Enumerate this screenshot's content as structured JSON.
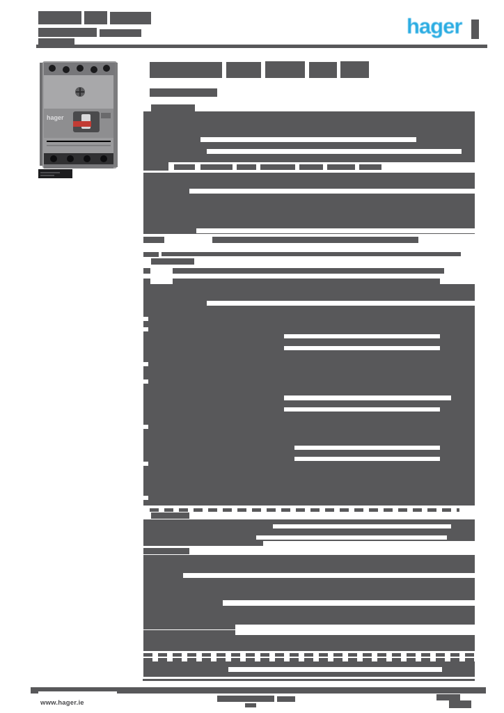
{
  "document": {
    "brand": {
      "logo_text": "hager"
    },
    "footer": {
      "website": "www.hager.ie"
    },
    "photo": {
      "brand_text": "hager",
      "description": "moulded case circuit breaker product photo"
    }
  },
  "colors": {
    "bar": "#58585a",
    "blue": "#2aace2",
    "caption": "#1d1d1f",
    "photo_body": "#9a9a9c",
    "photo_cap": "#77777a",
    "photo_band": "#8e8e90",
    "photo_dark": "#4a4a4c",
    "photo_red": "#c23b34",
    "terminal": "#1a1a1c"
  },
  "redaction": {
    "bars": [
      [
        55,
        16,
        62,
        19
      ],
      [
        121,
        16,
        33,
        19
      ],
      [
        158,
        17,
        59,
        18
      ],
      [
        55,
        40,
        84,
        13
      ],
      [
        143,
        42,
        60,
        11
      ],
      [
        55,
        55,
        52,
        9
      ],
      [
        52,
        64,
        648,
        5,
        "header-rule"
      ],
      [
        677,
        28,
        11,
        28,
        "logo-side-mark"
      ],
      [
        215,
        89,
        104,
        23
      ],
      [
        325,
        89,
        50,
        23
      ],
      [
        381,
        88,
        57,
        24
      ],
      [
        444,
        89,
        40,
        23
      ],
      [
        489,
        88,
        41,
        24
      ],
      [
        215,
        127,
        97,
        12,
        "section-heading-bar"
      ],
      [
        217,
        150,
        63,
        11
      ],
      [
        206,
        160,
        476,
        73,
        "paragraph-block"
      ],
      [
        206,
        233,
        36,
        12
      ],
      [
        250,
        236,
        30,
        8
      ],
      [
        288,
        236,
        46,
        8
      ],
      [
        340,
        236,
        28,
        8
      ],
      [
        374,
        236,
        50,
        8
      ],
      [
        430,
        236,
        34,
        8
      ],
      [
        470,
        236,
        40,
        8
      ],
      [
        516,
        236,
        32,
        8
      ],
      [
        206,
        248,
        476,
        88,
        "paragraph-block"
      ],
      [
        206,
        340,
        30,
        9
      ],
      [
        305,
        340,
        296,
        9
      ],
      [
        206,
        362,
        22,
        7
      ],
      [
        232,
        362,
        430,
        6
      ],
      [
        217,
        371,
        62,
        9
      ],
      [
        206,
        385,
        10,
        8
      ],
      [
        248,
        385,
        390,
        8
      ],
      [
        206,
        400,
        10,
        8
      ],
      [
        248,
        400,
        384,
        8
      ],
      [
        206,
        408,
        476,
        318,
        "paragraph-block"
      ],
      [
        217,
        736,
        55,
        9
      ],
      [
        206,
        746,
        476,
        31,
        "paragraph-block"
      ],
      [
        206,
        777,
        172,
        7
      ],
      [
        206,
        787,
        66,
        9
      ],
      [
        206,
        797,
        476,
        73,
        "paragraph-block"
      ],
      [
        206,
        870,
        476,
        27,
        "paragraph-block"
      ],
      [
        206,
        897,
        132,
        7
      ],
      [
        206,
        905,
        132,
        7
      ],
      [
        206,
        912,
        476,
        23,
        "paragraph-block"
      ],
      [
        206,
        950,
        476,
        22,
        "paragraph-block"
      ],
      [
        205,
        975,
        477,
        3,
        "footer-rule-top"
      ],
      [
        44,
        987,
        654,
        9,
        "footer-band"
      ],
      [
        312,
        999,
        82,
        9
      ],
      [
        398,
        1000,
        26,
        8
      ],
      [
        352,
        1010,
        16,
        6
      ],
      [
        627,
        997,
        34,
        9
      ],
      [
        645,
        1006,
        32,
        11
      ]
    ],
    "gaps": [
      [
        288,
        197,
        310,
        7
      ],
      [
        297,
        214,
        366,
        7
      ],
      [
        272,
        271,
        410,
        7
      ],
      [
        282,
        328,
        400,
        7
      ],
      [
        297,
        432,
        385,
        7
      ],
      [
        408,
        480,
        224,
        6
      ],
      [
        408,
        497,
        224,
        6
      ],
      [
        408,
        568,
        240,
        7
      ],
      [
        408,
        585,
        224,
        6
      ],
      [
        423,
        640,
        209,
        6
      ],
      [
        423,
        656,
        209,
        6
      ],
      [
        205,
        455,
        8,
        6
      ],
      [
        205,
        470,
        8,
        6
      ],
      [
        205,
        520,
        8,
        6
      ],
      [
        205,
        545,
        8,
        6
      ],
      [
        205,
        610,
        8,
        6
      ],
      [
        205,
        663,
        8,
        6
      ],
      [
        205,
        712,
        8,
        6
      ],
      [
        392,
        753,
        256,
        6
      ],
      [
        368,
        769,
        274,
        6
      ],
      [
        263,
        823,
        419,
        7
      ],
      [
        320,
        862,
        362,
        8
      ],
      [
        328,
        958,
        307,
        7
      ]
    ],
    "dashes": [
      [
        215,
        730,
        445,
        5
      ],
      [
        206,
        938,
        476,
        5
      ],
      [
        206,
        945,
        476,
        5
      ]
    ]
  }
}
